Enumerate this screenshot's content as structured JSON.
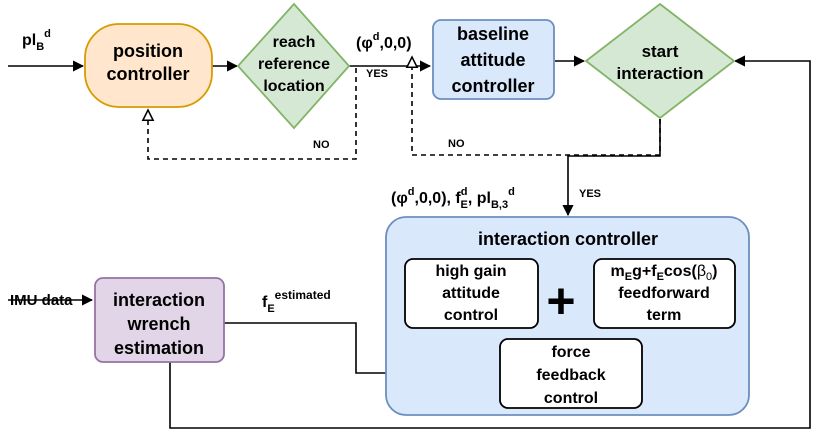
{
  "colors": {
    "position_fill": "#ffe6cc",
    "position_stroke": "#d79b00",
    "decision_fill": "#d5e8d4",
    "decision_stroke": "#82b366",
    "baseline_fill": "#dae8fc",
    "baseline_stroke": "#6c8ebf",
    "wrench_fill": "#e1d5e7",
    "wrench_stroke": "#9673a6",
    "line": "#000000",
    "white": "#ffffff"
  },
  "nodes": {
    "position_controller": {
      "lines": [
        "position",
        "controller"
      ]
    },
    "reach_reference": {
      "lines": [
        "reach",
        "reference",
        "location"
      ]
    },
    "baseline_attitude": {
      "lines": [
        "baseline",
        "attitude",
        "controller"
      ]
    },
    "start_interaction": {
      "lines": [
        "start",
        "interaction"
      ]
    },
    "interaction_controller": {
      "title": "interaction controller"
    },
    "high_gain": {
      "lines": [
        "high gain",
        "attitude",
        "control"
      ]
    },
    "feedforward": {
      "lines": [
        "feedforward",
        "term"
      ],
      "formula": {
        "m": "m",
        "E1": "E",
        "g_plus_f": "g+f",
        "E2": "E",
        "cos": "cos(",
        "beta": "β",
        "zero": "0",
        "close": ")"
      }
    },
    "force_feedback": {
      "lines": [
        "force",
        "feedback",
        "control"
      ]
    },
    "wrench_estimation": {
      "lines": [
        "interaction",
        "wrench",
        "estimation"
      ]
    }
  },
  "plus_symbol": "+",
  "labels": {
    "input_pl": {
      "base": "pl",
      "sub": "B",
      "sup": "d"
    },
    "phi_zero": {
      "open": "(φ",
      "sup": "d",
      "rest": ",0,0)"
    },
    "yes_1": "YES",
    "no_1": "NO",
    "no_2": "NO",
    "yes_2": "YES",
    "ic_inputs": {
      "p1": "(φ",
      "s1": "d",
      "p2": ",0,0), f",
      "s2": "d",
      "sub2": "E",
      "p3": ", pl",
      "sub3": "B,3",
      "s3": "d"
    },
    "imu_data": "IMU data",
    "f_estimated": {
      "base": "f",
      "sub": "E",
      "sup": "estimated"
    }
  }
}
